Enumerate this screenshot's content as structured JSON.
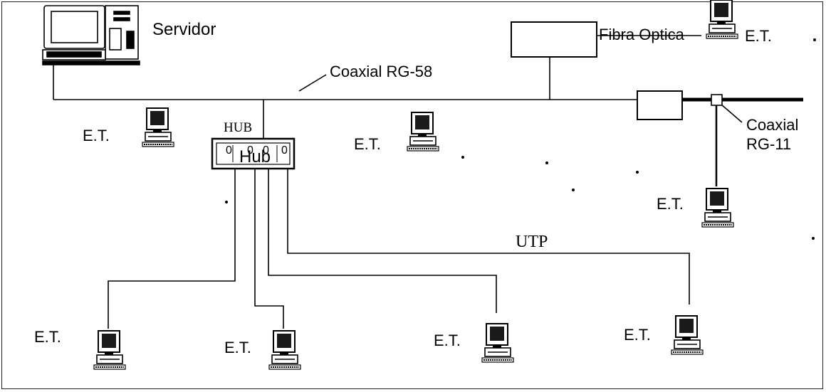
{
  "labels": {
    "server": "Servidor",
    "coax_rg58": "Coaxial RG-58",
    "fiber": "Fibra Optica",
    "coax_rg11_line1": "Coaxial",
    "coax_rg11_line2": "RG-11",
    "hub_caption": "HUB",
    "hub_text": "Hub",
    "hub_ports": [
      "0",
      "0",
      "0",
      "0"
    ],
    "utp": "UTP",
    "workstation": "E.T."
  },
  "colors": {
    "ink": "#000000",
    "screen": "#1a1a1a",
    "background": "#ffffff"
  },
  "icons": [
    "server-computer-icon",
    "workstation-icon",
    "fiber-converter-box-icon",
    "repeater-box-icon",
    "transceiver-tap-icon",
    "hub-icon"
  ]
}
